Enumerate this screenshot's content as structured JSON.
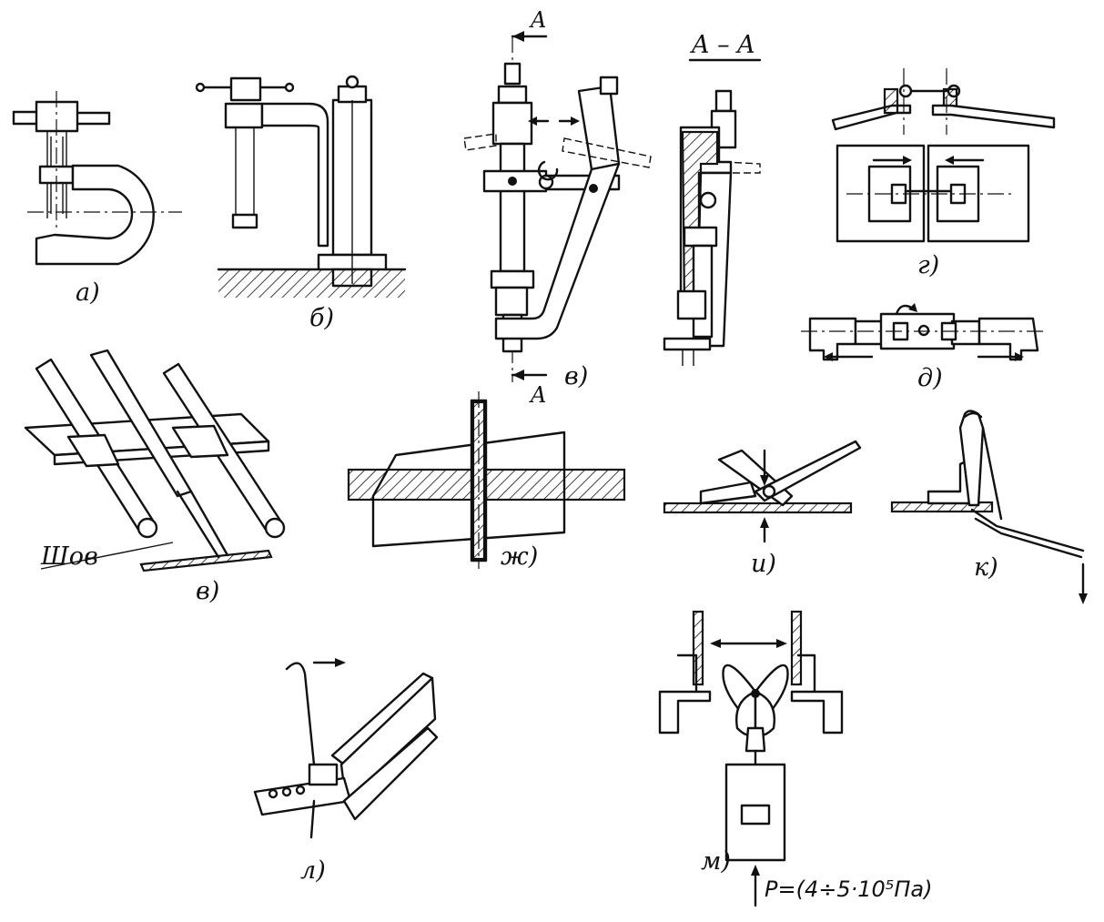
{
  "labels": {
    "a": "а)",
    "b": "б)",
    "v1": "в)",
    "v2": "в)",
    "g": "г)",
    "d": "д)",
    "zh": "ж)",
    "i": "и)",
    "k": "к)",
    "l": "л)",
    "m": "м)"
  },
  "section": {
    "mark_top": "A",
    "mark_bottom": "A",
    "title": "A – A"
  },
  "seam_label": "Шов",
  "pressure_formula": "P=(4÷5·10⁵Па)"
}
